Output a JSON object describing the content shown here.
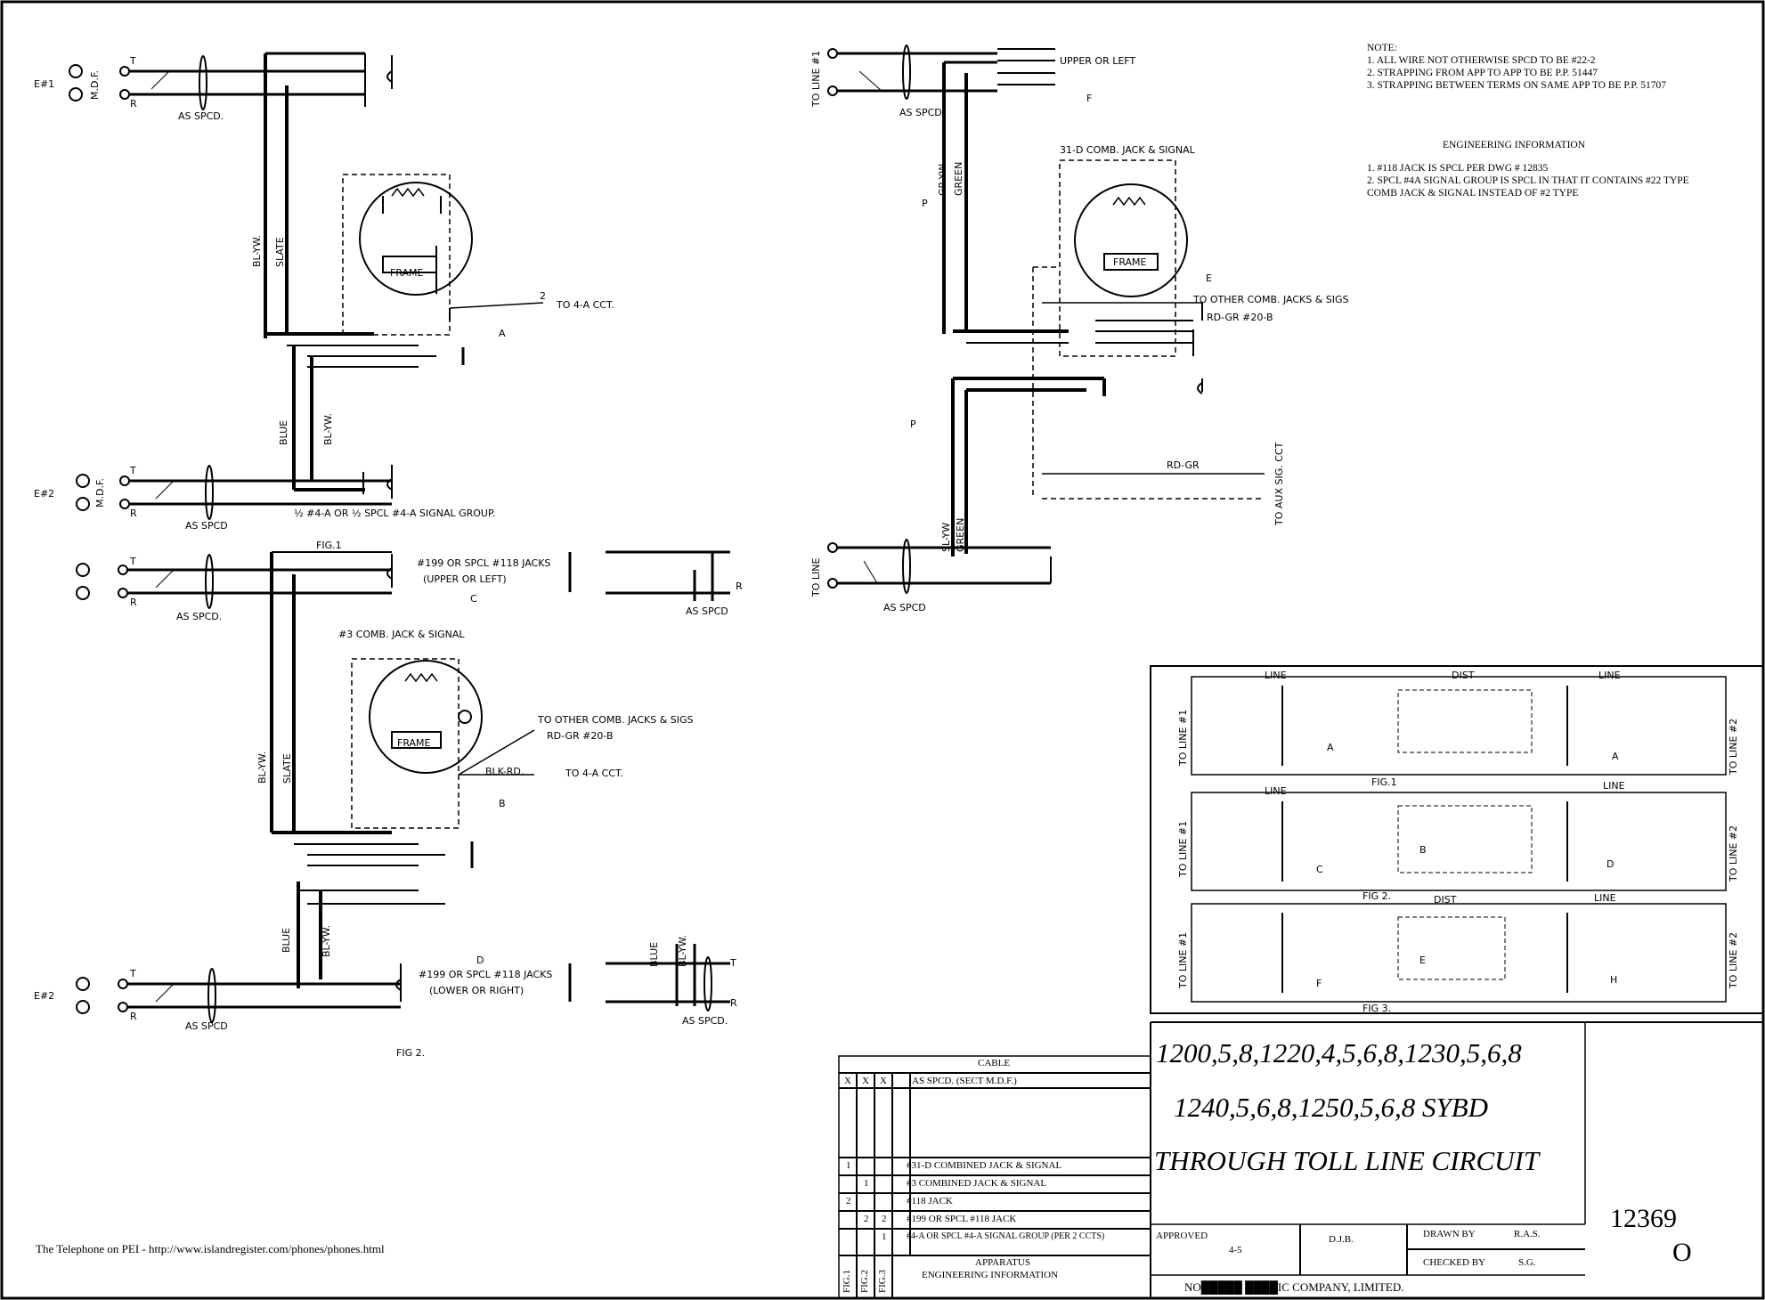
{
  "notes": {
    "title": "NOTE:",
    "items": [
      "1. ALL WIRE NOT OTHERWISE SPCD TO BE #22-2",
      "2. STRAPPING FROM APP TO APP TO BE P.P. 51447",
      "3. STRAPPING BETWEEN TERMS ON SAME APP TO BE P.P. 51707"
    ]
  },
  "engineering": {
    "title": "ENGINEERING INFORMATION",
    "items": [
      "1. #118 JACK IS SPCL PER DWG # 12835",
      "2. SPCL #4A SIGNAL GROUP IS SPCL IN THAT IT CONTAINS #22 TYPE",
      "COMB JACK & SIGNAL INSTEAD OF #2 TYPE"
    ]
  },
  "title_block": {
    "line1": "1200,5,8,1220,4,5,6,8,1230,5,6,8",
    "line2": "1240,5,6,8,1250,5,6,8 SYBD",
    "line3": "THROUGH TOLL LINE CIRCUIT",
    "drawing_number": "12369",
    "revision": "O",
    "approved_label": "APPROVED",
    "approved_value": "4-5",
    "checked_initials": "D.J.B.",
    "drawn_by_label": "DRAWN BY",
    "drawn_by_value": "R.A.S.",
    "checked_by_label": "CHECKED BY",
    "checked_by_value": "S.G.",
    "company": "NO█████ ████IC COMPANY, LIMITED."
  },
  "cable_table": {
    "header": "CABLE",
    "x_headers": [
      "X",
      "X",
      "X"
    ],
    "first_row": "AS SPCD. (SECT M.D.F.)",
    "rows": [
      {
        "c1": "1",
        "c2": "",
        "c3": "",
        "desc": "#31-D COMBINED JACK & SIGNAL"
      },
      {
        "c1": "",
        "c2": "1",
        "c3": "",
        "desc": "#3 COMBINED JACK & SIGNAL"
      },
      {
        "c1": "2",
        "c2": "",
        "c3": "",
        "desc": "#118 JACK"
      },
      {
        "c1": "",
        "c2": "2",
        "c3": "2",
        "desc": "#199 OR SPCL #118 JACK"
      },
      {
        "c1": "",
        "c2": "",
        "c3": "1",
        "desc": "#4-A OR SPCL #4-A SIGNAL GROUP (PER 2 CCTS)"
      }
    ],
    "footer1": "APPARATUS",
    "footer2": "ENGINEERING    INFORMATION",
    "fig_labels": [
      "FIG.1",
      "FIG.2",
      "FIG.3"
    ]
  },
  "credit": "The Telephone on PEI - http://www.islandregister.com/phones/phones.html",
  "schematic": {
    "fig1_label": "FIG.1",
    "fig2_label": "FIG 2.",
    "as_spcd": "AS SPCD.",
    "as_spcd_b": "AS SPCD",
    "mdf": "M.D.F.",
    "t": "T",
    "r": "R",
    "line1": "E#1",
    "line2": "E#2",
    "bl_yw": "BL-YW.",
    "slate": "SLATE",
    "blue": "BLUE",
    "frame": "FRAME",
    "to_4a_cct": "TO 4-A CCT.",
    "four_a_group": "½ #4-A OR ½ SPCL #4-A SIGNAL GROUP.",
    "jack_199_upper": "#199 OR SPCL #118 JACKS",
    "upper_left": "(UPPER OR LEFT)",
    "jack_199_lower": "#199 OR SPCL #118 JACKS",
    "lower_right": "(LOWER OR RIGHT)",
    "comb3": "#3 COMB. JACK & SIGNAL",
    "other_comb": "TO OTHER COMB. JACKS & SIGS",
    "rd_gr": "RD-GR #20-B",
    "blk_rd": "BLK-RD.",
    "to_line1": "TO LINE #1",
    "to_line": "TO LINE",
    "upper_left2": "UPPER OR LEFT",
    "comb31d": "31-D COMB. JACK & SIGNAL",
    "gr_yw": "GR-YW",
    "green": "GREEN",
    "sl_yw": "SL-YW",
    "rd_gr2": "RD-GR",
    "to_aux": "TO AUX SIG. CCT",
    "p": "P",
    "label_a": "A",
    "label_b": "B",
    "label_c": "C",
    "label_d": "D",
    "label_e": "E",
    "label_f": "F",
    "label_h": "H",
    "mini_line": "LINE",
    "mini_dist": "DIST",
    "mini_fig1": "FIG.1",
    "mini_fig2": "FIG 2.",
    "mini_fig3": "FIG 3.",
    "mini_to_line2": "TO LINE #2",
    "mini_to_line1": "TO LINE #1",
    "two": "2"
  }
}
